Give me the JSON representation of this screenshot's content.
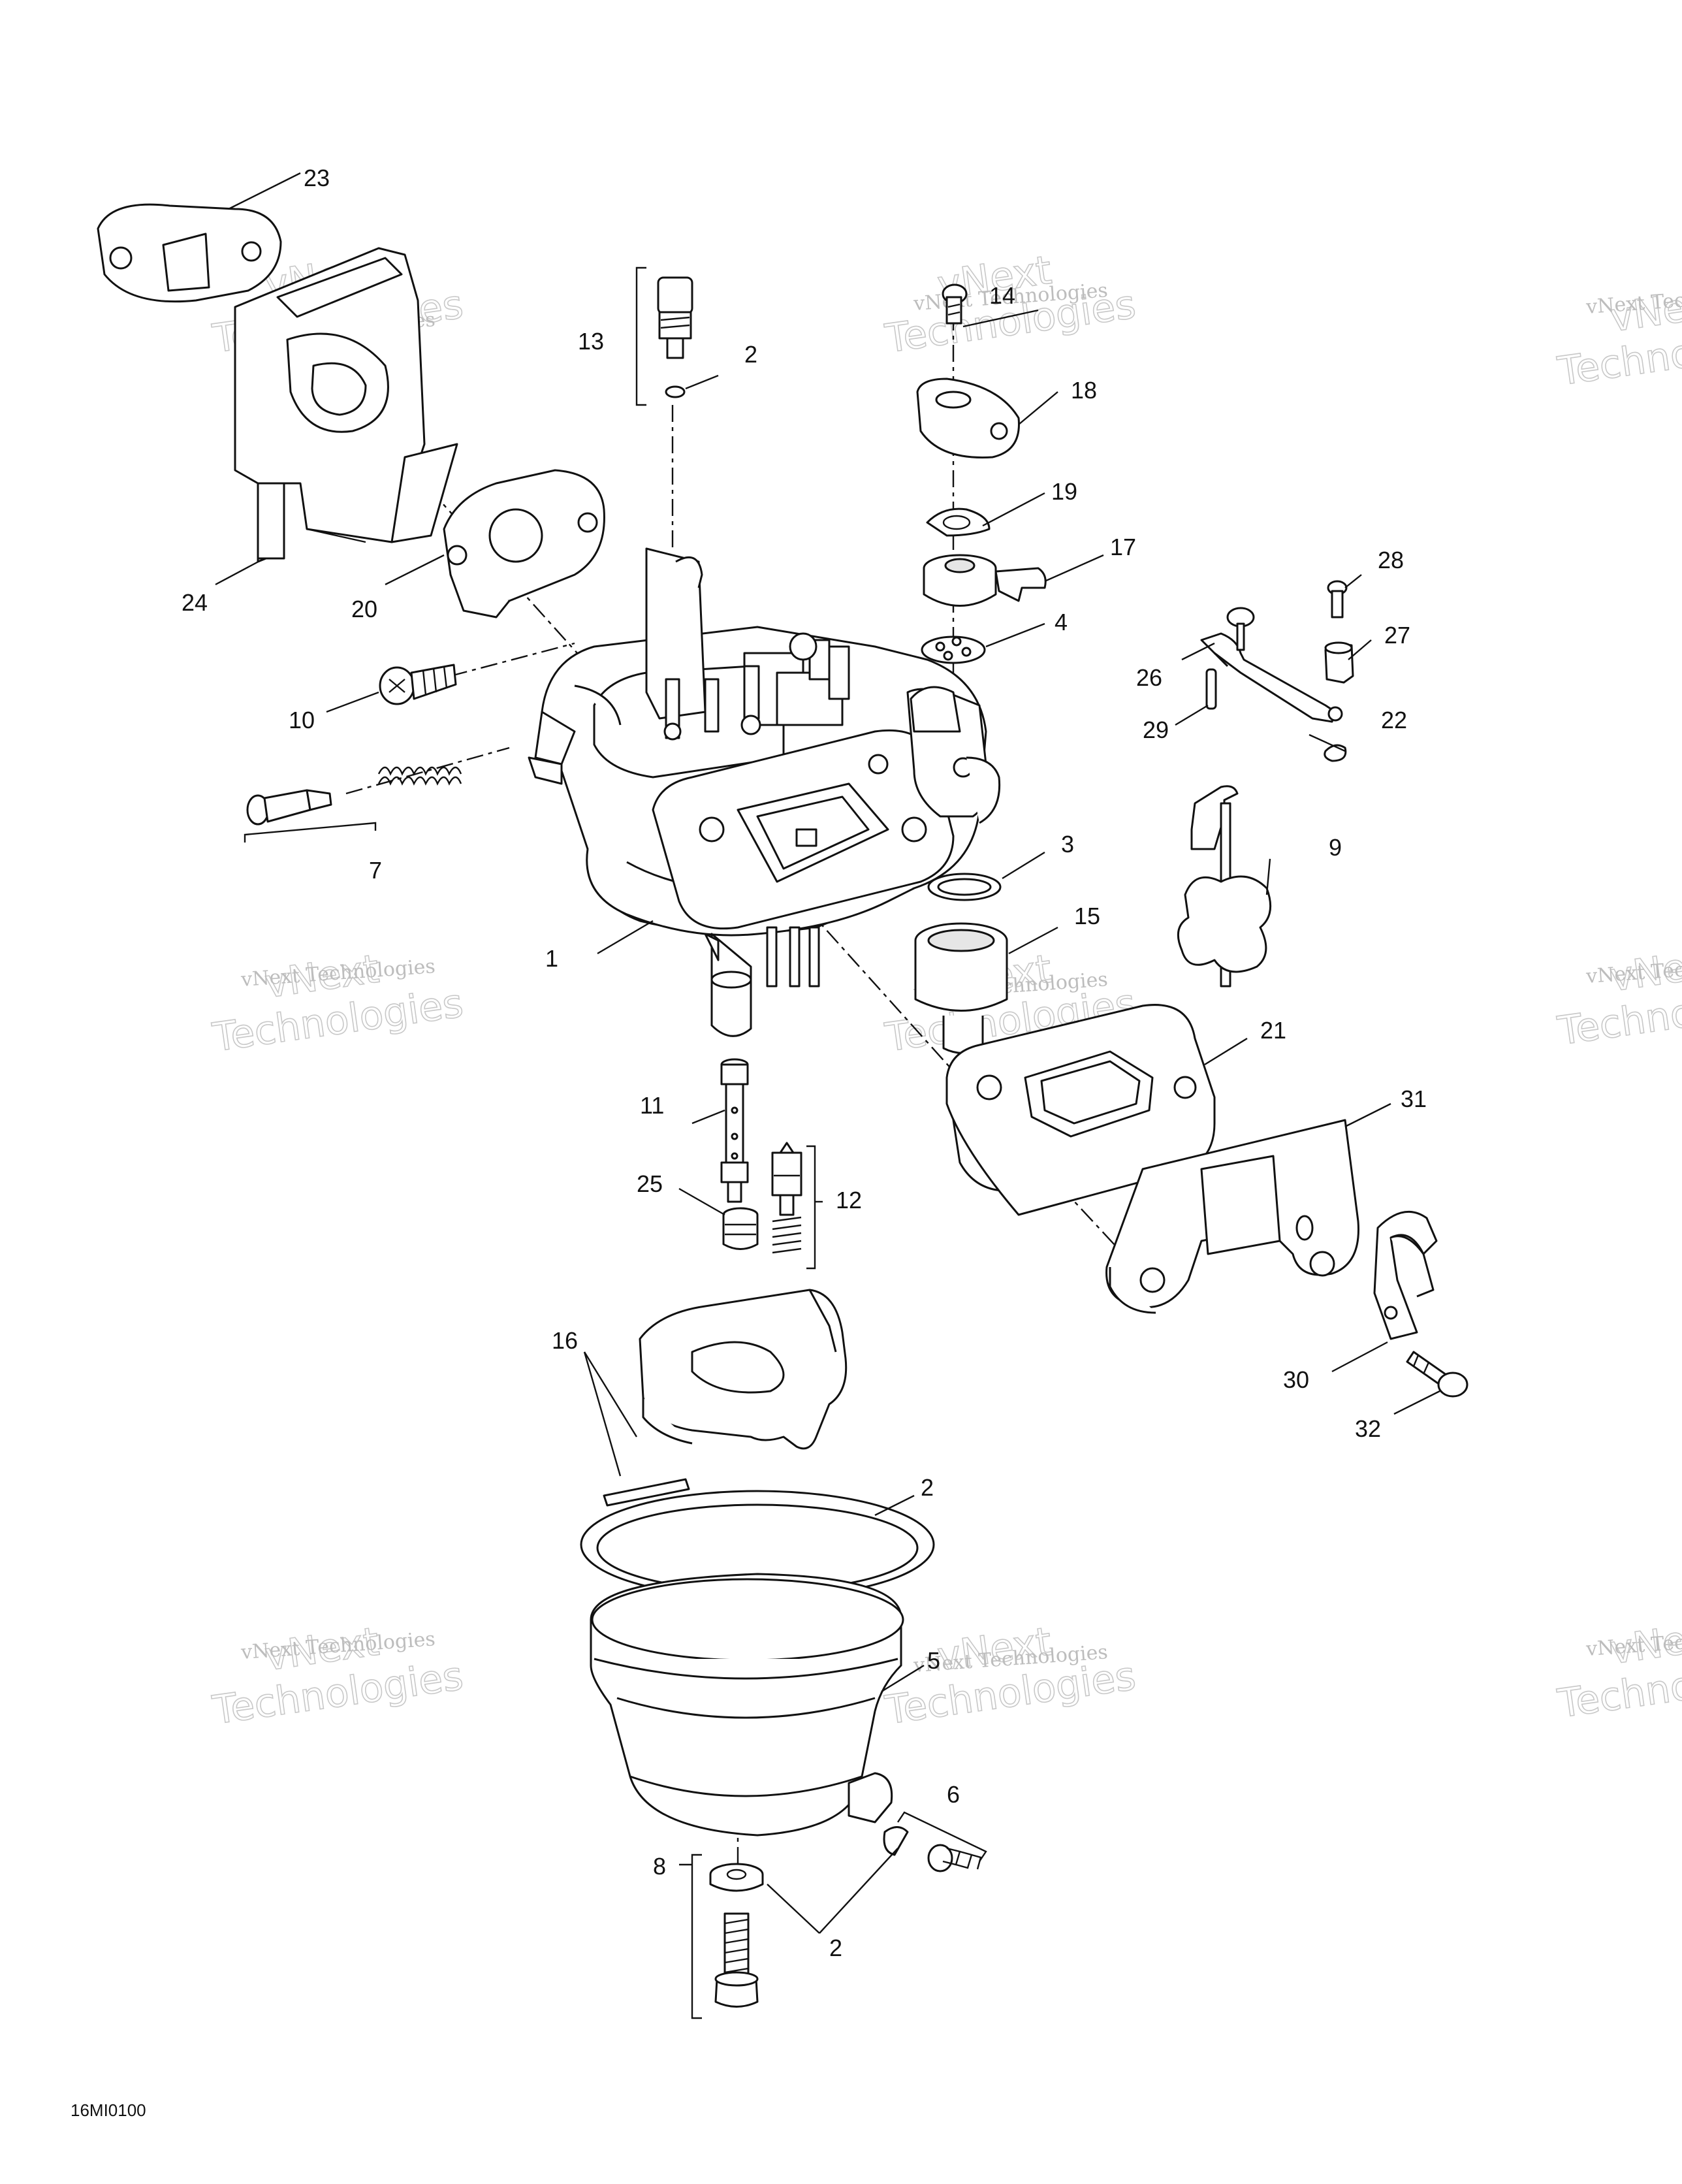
{
  "diagram_code": "16MI0100",
  "watermark": {
    "line1": "vNext",
    "line2": "Technologies",
    "small": "vNext Technologies"
  },
  "callouts": [
    {
      "id": "c1",
      "text": "1"
    },
    {
      "id": "c2a",
      "text": "2"
    },
    {
      "id": "c2b",
      "text": "2"
    },
    {
      "id": "c2c",
      "text": "2"
    },
    {
      "id": "c3",
      "text": "3"
    },
    {
      "id": "c4",
      "text": "4"
    },
    {
      "id": "c5",
      "text": "5"
    },
    {
      "id": "c6",
      "text": "6"
    },
    {
      "id": "c7",
      "text": "7"
    },
    {
      "id": "c8",
      "text": "8"
    },
    {
      "id": "c9",
      "text": "9"
    },
    {
      "id": "c10",
      "text": "10"
    },
    {
      "id": "c11",
      "text": "11"
    },
    {
      "id": "c12",
      "text": "12"
    },
    {
      "id": "c13",
      "text": "13"
    },
    {
      "id": "c14",
      "text": "14"
    },
    {
      "id": "c15",
      "text": "15"
    },
    {
      "id": "c16",
      "text": "16"
    },
    {
      "id": "c17",
      "text": "17"
    },
    {
      "id": "c18",
      "text": "18"
    },
    {
      "id": "c19",
      "text": "19"
    },
    {
      "id": "c20",
      "text": "20"
    },
    {
      "id": "c21",
      "text": "21"
    },
    {
      "id": "c22",
      "text": "22"
    },
    {
      "id": "c23",
      "text": "23"
    },
    {
      "id": "c24",
      "text": "24"
    },
    {
      "id": "c25",
      "text": "25"
    },
    {
      "id": "c26",
      "text": "26"
    },
    {
      "id": "c27",
      "text": "27"
    },
    {
      "id": "c28",
      "text": "28"
    },
    {
      "id": "c29",
      "text": "29"
    },
    {
      "id": "c30",
      "text": "30"
    },
    {
      "id": "c31",
      "text": "31"
    },
    {
      "id": "c32",
      "text": "32"
    }
  ]
}
